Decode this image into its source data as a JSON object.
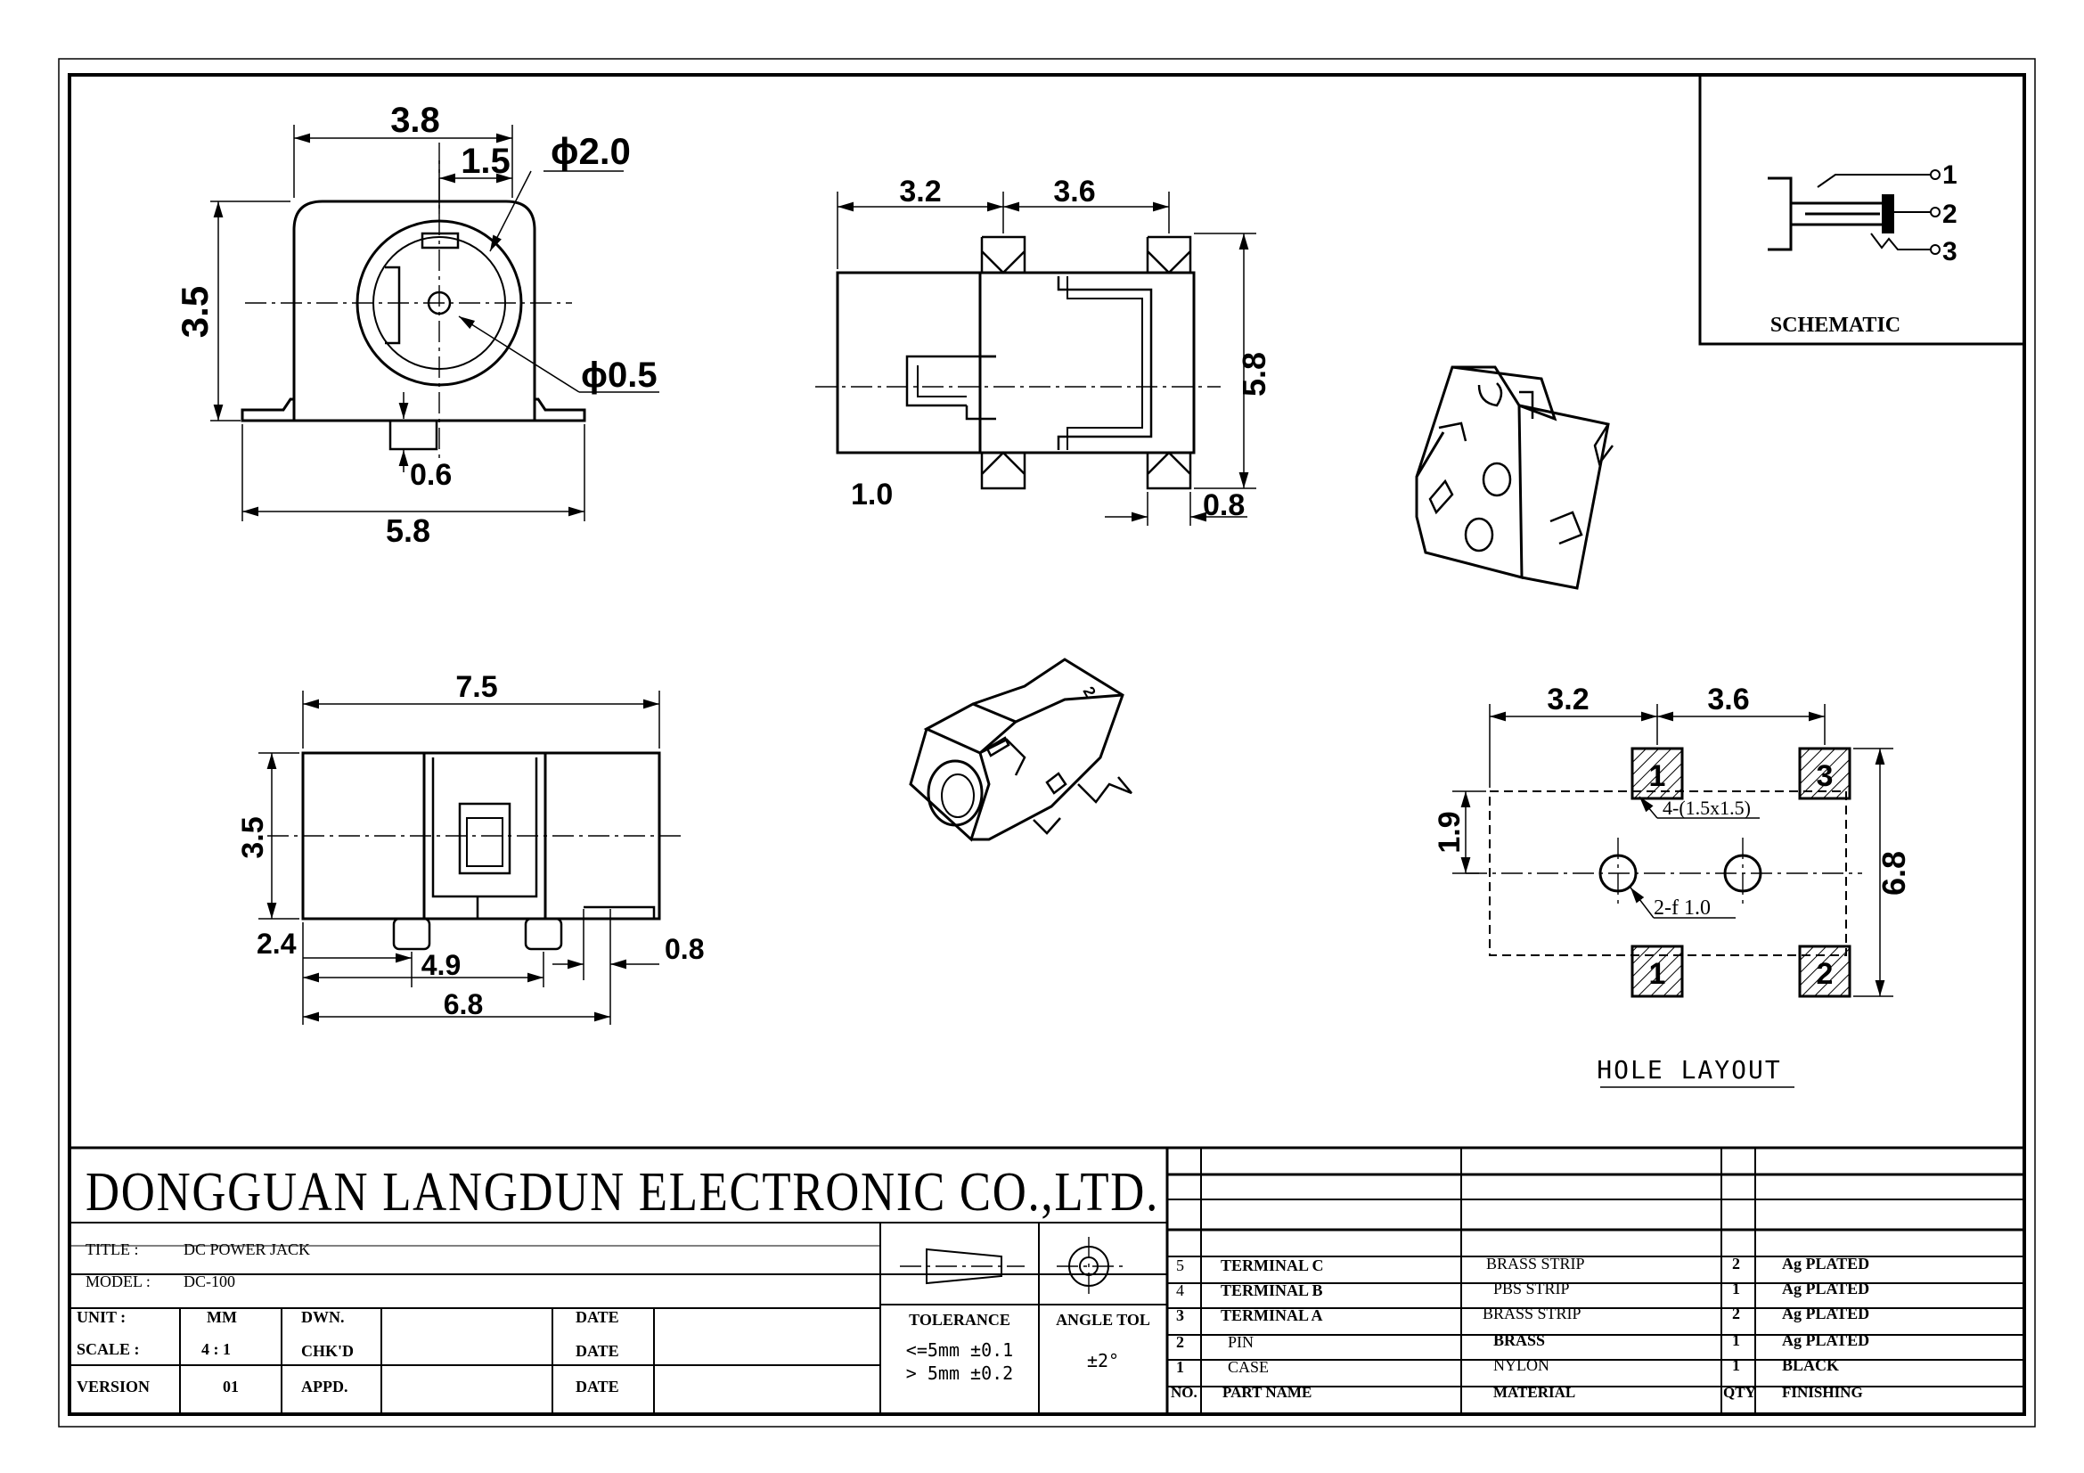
{
  "views": {
    "front": {
      "d1": "3.8",
      "d2": "1.5",
      "d3": "ϕ2.0",
      "d4": "3.5",
      "d5": "ϕ0.5",
      "d6": "0.6",
      "d7": "5.8"
    },
    "top": {
      "d1": "3.2",
      "d2": "3.6",
      "d3": "5.8",
      "d4": "1.0",
      "d5": "0.8"
    },
    "side": {
      "d1": "7.5",
      "d2": "3.5",
      "d3": "2.4",
      "d4": "4.9",
      "d5": "0.8",
      "d6": "6.8"
    },
    "iso_label": "2"
  },
  "schematic": {
    "title": "SCHEMATIC",
    "pins": [
      "1",
      "2",
      "3"
    ]
  },
  "hole_layout": {
    "title": "HOLE LAYOUT",
    "d1": "3.2",
    "d2": "3.6",
    "d3": "1.9",
    "d4": "6.8",
    "pad_note": "4-(1.5x1.5)",
    "hole_note": "2-f 1.0",
    "pads": [
      "1",
      "3",
      "1",
      "2"
    ]
  },
  "title_block": {
    "company": "DONGGUAN LANGDUN ELECTRONIC CO.,LTD.",
    "title_label": "TITLE  :",
    "title_value": "DC POWER JACK",
    "model_label": "MODEL  :",
    "model_value": "DC-100",
    "unit_label": "UNIT   :",
    "unit_value": "MM",
    "scale_label": "SCALE  :",
    "scale_value": "4 : 1",
    "version_label": "VERSION",
    "version_value": "01",
    "dwn": "DWN.",
    "chkd": "CHK'D",
    "appd": "APPD.",
    "date": "DATE",
    "tolerance_label": "TOLERANCE",
    "tol1": "<=5mm  ±0.1",
    "tol2": "> 5mm  ±0.2",
    "angle_label": "ANGLE TOL",
    "angle_value": "±2°"
  },
  "bom": {
    "headers": [
      "NO.",
      "PART  NAME",
      "MATERIAL",
      "QTY",
      "FINISHING"
    ],
    "rows": [
      [
        "5",
        "TERMINAL C",
        "BRASS STRIP",
        "2",
        "Ag PLATED"
      ],
      [
        "4",
        "TERMINAL B",
        "PBS STRIP",
        "1",
        "Ag PLATED"
      ],
      [
        "3",
        "TERMINAL A",
        "BRASS STRIP",
        "2",
        "Ag PLATED"
      ],
      [
        "2",
        "PIN",
        "BRASS",
        "1",
        "Ag PLATED"
      ],
      [
        "1",
        "CASE",
        "NYLON",
        "1",
        "BLACK"
      ]
    ]
  }
}
